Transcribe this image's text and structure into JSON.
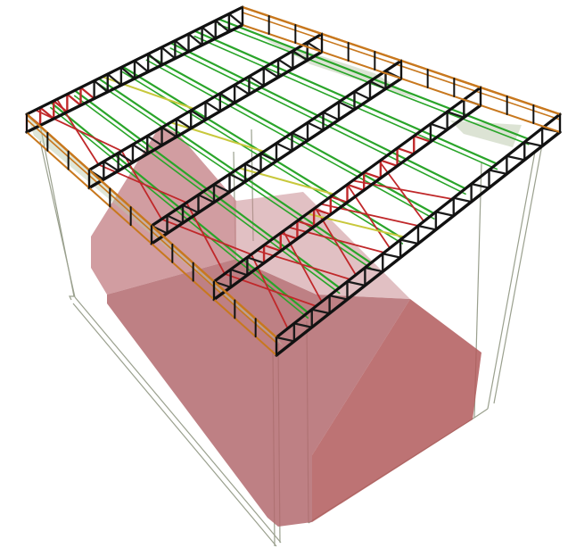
{
  "scene": {
    "background_color": "#ffffff",
    "colors": {
      "chord_black": "#111111",
      "web_black": "#1a1a1a",
      "bracing_red": "#c0282a",
      "purlin_green": "#2aa52a",
      "edge_orange": "#c8781e",
      "yellow_member": "#c8c83c",
      "envelope_line": "#9aa08e",
      "envelope_shade": "#b9c7a9",
      "solid_red_light": "#c98c91",
      "solid_red_mid": "#b36a6f",
      "solid_red_dark": "#b25a5c"
    },
    "components": {
      "roof_trusses": 5,
      "columns": 4,
      "solid_volume": "red",
      "wireframe_envelope": "grey-green"
    }
  }
}
